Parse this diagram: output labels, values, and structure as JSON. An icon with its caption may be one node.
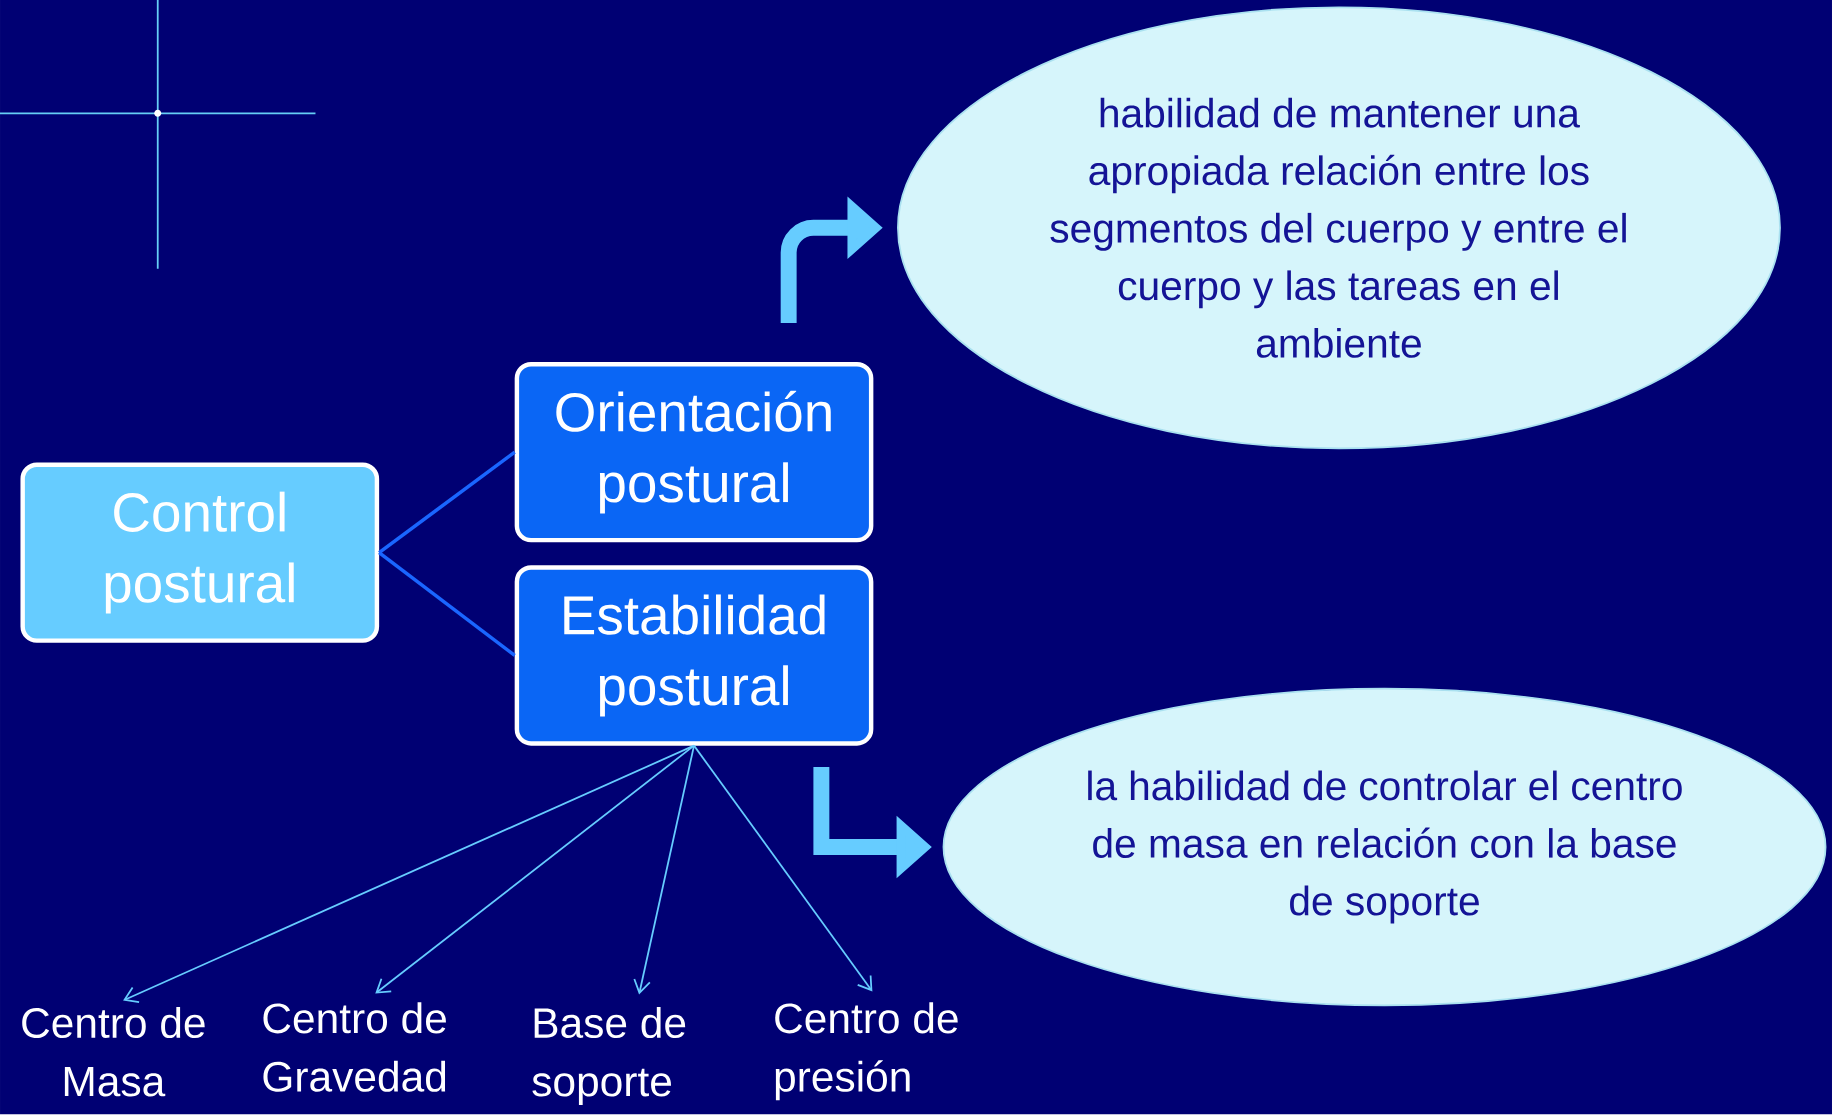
{
  "diagram": {
    "nodes": [
      {
        "text": [
          "Control postural"
        ]
      },
      {
        "text": [
          "Orientación postural"
        ]
      },
      {
        "text": [
          "Estabilidad postural"
        ]
      },
      {
        "text": [
          "habilidad de mantener una apropiada relación entre los segmentos del cuerpo y entre el cuerpo y las tareas en el ambiente"
        ]
      },
      {
        "text": [
          "la habilidad de controlar el centro de masa en relación con la base de soporte"
        ]
      },
      {
        "text": [
          "Centro de Masa"
        ]
      },
      {
        "text": [
          "Centro de Gravedad"
        ]
      },
      {
        "text": [
          "Base de soporte"
        ]
      },
      {
        "text": [
          "Centro de presión"
        ]
      }
    ],
    "edges": [
      {
        "from": 0,
        "to": 1,
        "arrow": "none",
        "color": "#1a66ff"
      },
      {
        "from": 0,
        "to": 2,
        "arrow": "none",
        "color": "#1a66ff"
      },
      {
        "from": 1,
        "to": 3,
        "arrow": "to",
        "style": "thick"
      },
      {
        "from": 2,
        "to": 4,
        "arrow": "to",
        "style": "thick"
      },
      {
        "from": 2,
        "to": 5,
        "arrow": "to"
      },
      {
        "from": 2,
        "to": 6,
        "arrow": "to"
      },
      {
        "from": 2,
        "to": 7,
        "arrow": "to"
      },
      {
        "from": 2,
        "to": 8,
        "arrow": "to"
      }
    ]
  }
}
